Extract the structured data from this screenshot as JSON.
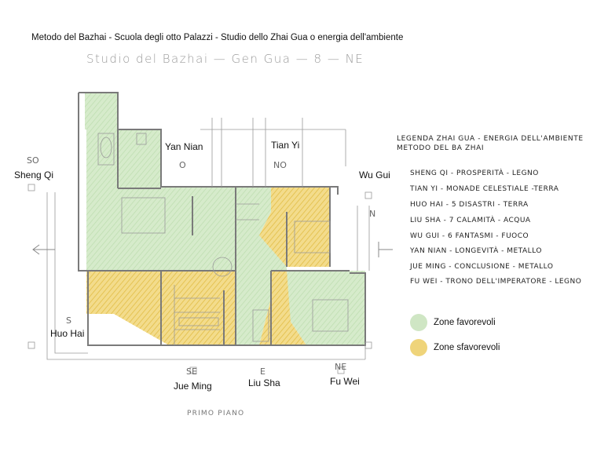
{
  "header": {
    "title": "Metodo del Bazhai - Scuola degli otto Palazzi - Studio dello Zhai Gua o energia dell'ambiente",
    "subtitle": "Studio del Bazhai — Gen Gua — 8 — NE"
  },
  "directions": {
    "so": "SO",
    "o": "O",
    "no": "NO",
    "n": "N",
    "s": "S",
    "se": "SE",
    "e": "E",
    "ne": "NE"
  },
  "zones": {
    "sheng_qi": "Sheng Qi",
    "yan_nian": "Yan Nian",
    "tian_yi": "Tian Yi",
    "wu_gui": "Wu Gui",
    "huo_hai": "Huo Hai",
    "jue_ming": "Jue Ming",
    "liu_sha": "Liu Sha",
    "fu_wei": "Fu Wei"
  },
  "legend": {
    "title_line1": "LEGENDA ZHAI GUA - ENERGIA DELL'AMBIENTE",
    "title_line2": "METODO DEL BA ZHAI",
    "items": [
      "SHENG QI - PROSPERITÀ - LEGNO",
      "TIAN YI - MONADE CELESTIALE -TERRA",
      "HUO HAI - 5 DISASTRI - TERRA",
      "LIU SHA - 7 CALAMITÀ - ACQUA",
      "WU GUI - 6 FANTASMI - FUOCO",
      "YAN NIAN - LONGEVITÀ - METALLO",
      "JUE MING - CONCLUSIONE - METALLO",
      "FU WEI - TRONO DELL'IMPERATORE - LEGNO"
    ],
    "favorable": "Zone favorevoli",
    "unfavorable": "Zone sfavorevoli"
  },
  "colors": {
    "favorable": "#cfe6c4",
    "unfavorable": "#efd47a",
    "wall": "#777777"
  },
  "floor_label": "PRIMO PIANO"
}
